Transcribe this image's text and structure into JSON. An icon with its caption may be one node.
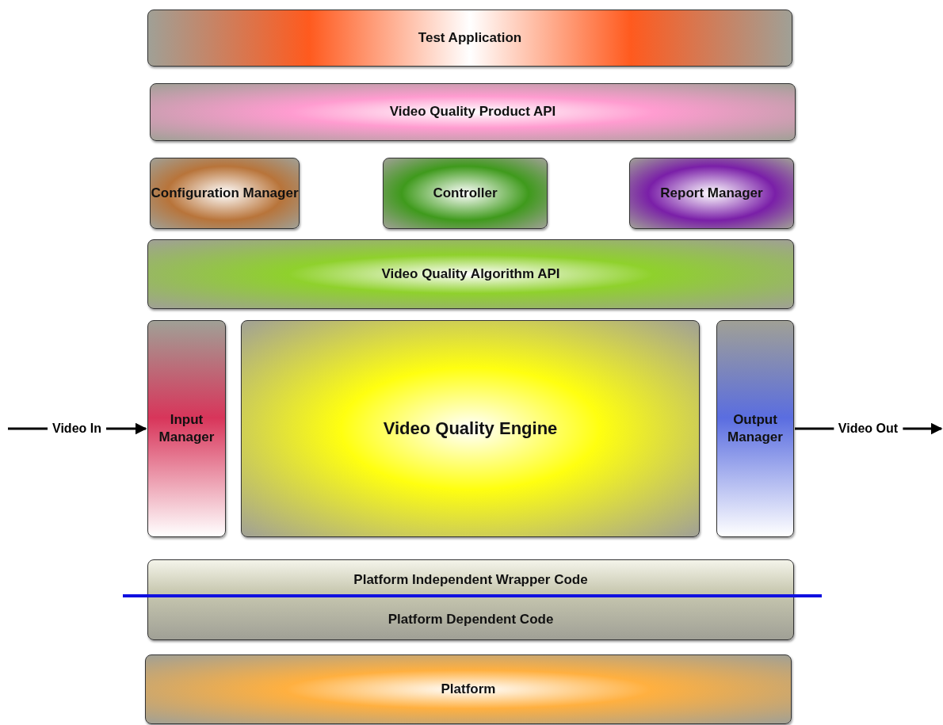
{
  "diagram": {
    "nodes": [
      {
        "text": [
          "Test Application"
        ]
      },
      {
        "text": [
          "Video Quality Product API"
        ]
      },
      {
        "text": [
          "Configuration Manager"
        ]
      },
      {
        "text": [
          "Controller"
        ]
      },
      {
        "text": [
          "Report Manager"
        ]
      },
      {
        "text": [
          "Video Quality Algorithm API"
        ]
      },
      {
        "text": [
          "Input Manager"
        ]
      },
      {
        "text": [
          "Video Quality Engine"
        ]
      },
      {
        "text": [
          "Output Manager"
        ]
      },
      {
        "text": [
          "Platform Independent Wrapper Code",
          "Platform Dependent Code"
        ]
      },
      {
        "text": [
          "Platform"
        ]
      }
    ],
    "edges": [
      {
        "from": null,
        "to": 6,
        "arrow": "to",
        "label": "Video In"
      },
      {
        "from": 8,
        "to": null,
        "arrow": "to",
        "label": "Video Out"
      }
    ]
  }
}
